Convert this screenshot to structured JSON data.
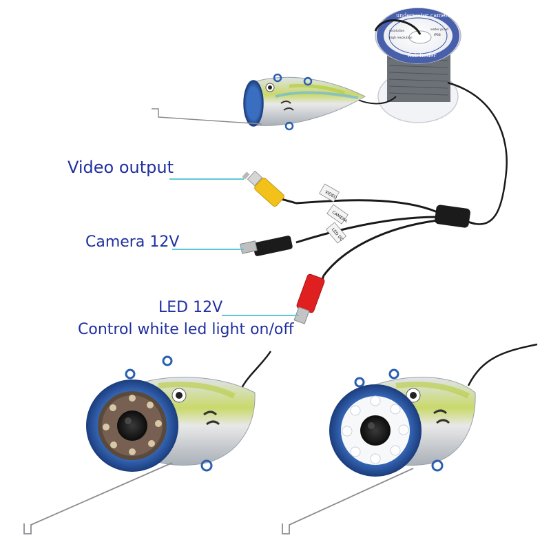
{
  "callouts": {
    "video_output": "Video output",
    "camera_12v": "Camera 12V",
    "led_12v": "LED 12V",
    "led_control": "Control white led light on/off"
  },
  "spool": {
    "top_text": "underwater camera",
    "bottom_text": "fish finder",
    "small_left": "resolution",
    "small_right": "water proof",
    "small_res": "high resolution",
    "small_ip": "IP68"
  },
  "cable_tags": {
    "video": "VIDEO",
    "camera": "CAMERA",
    "led": "LED DC"
  },
  "colors": {
    "callout_text": "#1f2fa0",
    "leader_line": "#5ec8d6",
    "rca_yellow": "#f2c21a",
    "led_red": "#e02020",
    "camera_blue": "#2a5fb0"
  }
}
